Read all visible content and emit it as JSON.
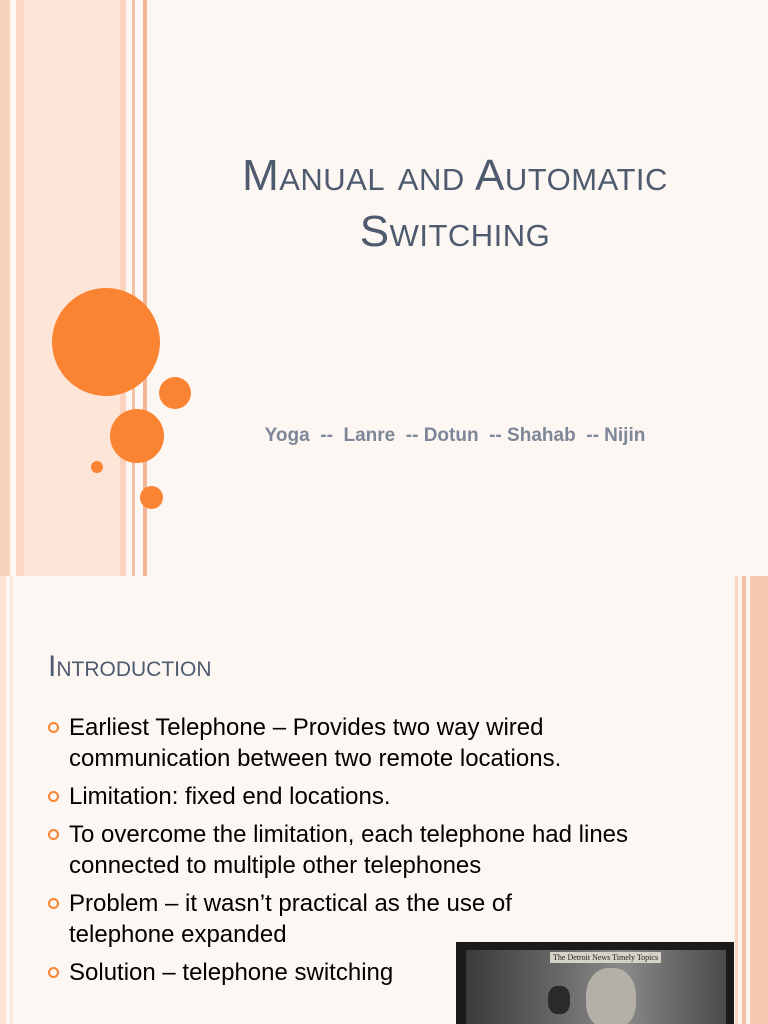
{
  "slide1": {
    "title_line1": "Manual and Automatic",
    "title_line2": "Switching",
    "authors": "Yoga  --  Lanre  -- Dotun  -- Shahab  -- Nijin"
  },
  "slide2": {
    "heading": "Introduction",
    "bullets": [
      "Earliest Telephone – Provides two way wired communication between two remote locations.",
      "Limitation: fixed end locations.",
      "To overcome the limitation, each telephone had lines connected to multiple other telephones",
      "Problem – it wasn’t practical as the use of telephone expanded",
      "Solution – telephone switching"
    ],
    "photo_caption": "The Detroit News Timely Topics"
  },
  "colors": {
    "accent": "#fb8432",
    "title": "#4e5b6f",
    "authors": "#7d8797"
  }
}
